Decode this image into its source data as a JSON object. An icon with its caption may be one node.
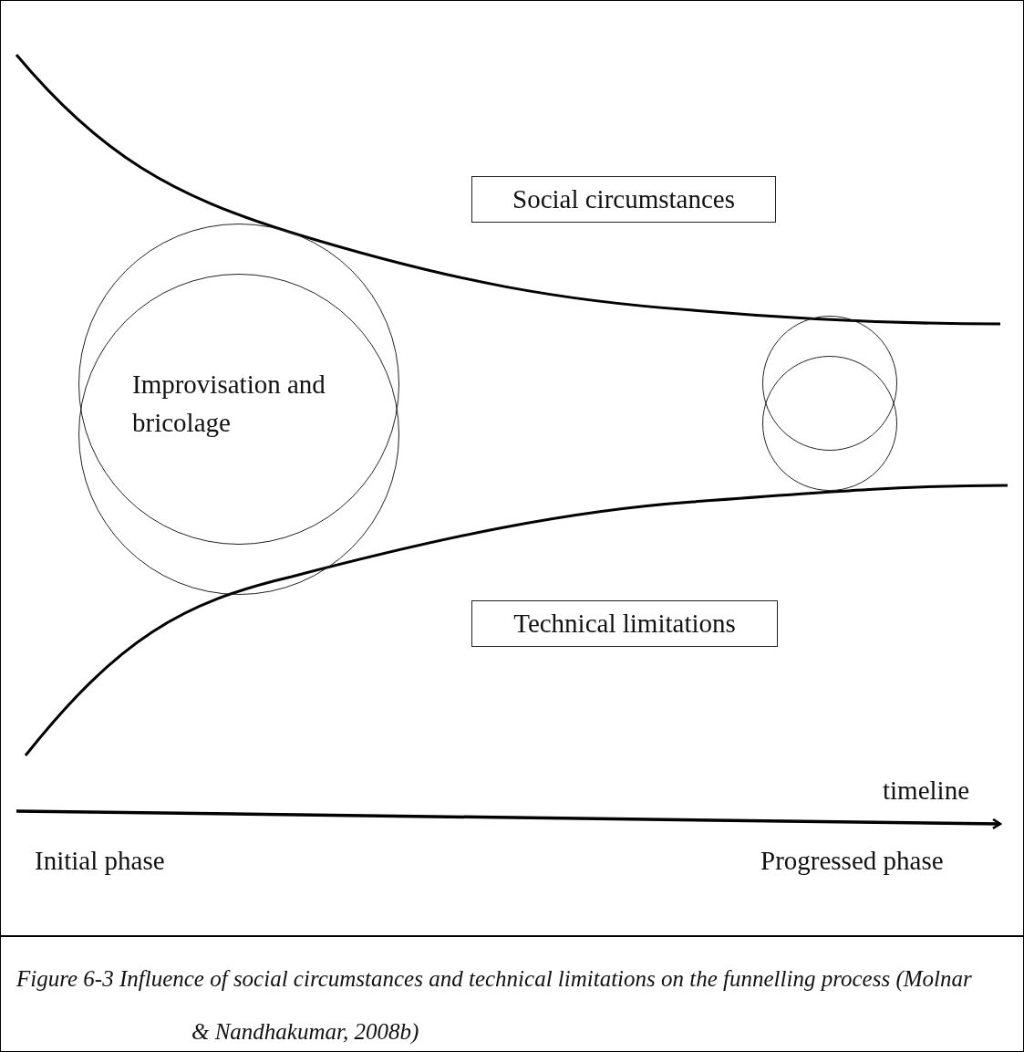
{
  "diagram": {
    "caption": "Figure 6-3 Influence of social circumstances and technical limitations on the funnelling process (Molnar & Nandhakumar, 2008b)",
    "nodes": [
      {
        "text": [
          "Social circumstances"
        ]
      },
      {
        "text": [
          "Improvisation and bricolage"
        ]
      },
      {
        "text": [],
        "shape": "circle"
      },
      {
        "text": [],
        "shape": "circle"
      },
      {
        "text": [],
        "shape": "circle"
      },
      {
        "text": [
          "Technical limitations"
        ]
      }
    ],
    "labels": [
      "timeline",
      "Initial phase",
      "Progressed phase"
    ]
  }
}
